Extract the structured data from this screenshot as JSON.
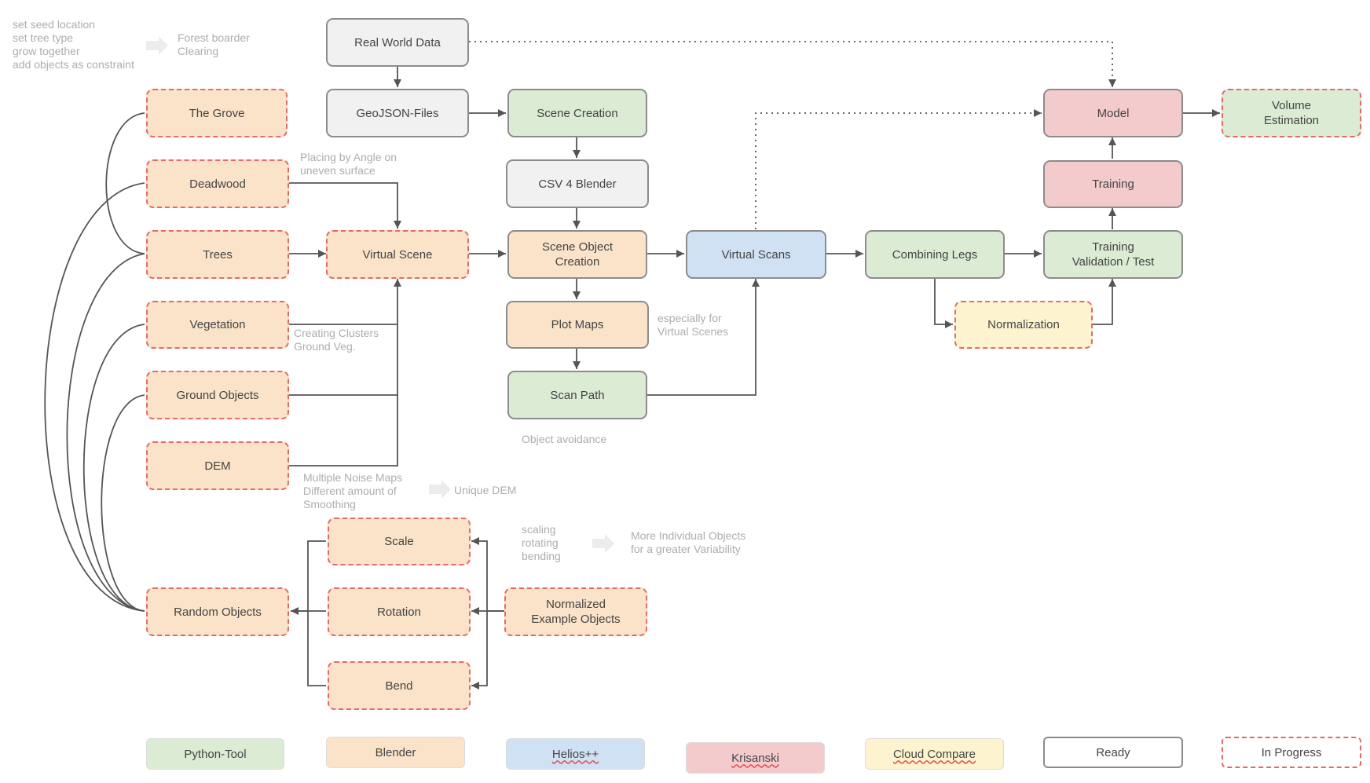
{
  "colors": {
    "python_tool": "#dbebd4",
    "blender": "#fae3c9",
    "helios": "#cfe1f3",
    "krisanski": "#f4cbcd",
    "cloud_compare": "#fdf3cf",
    "neutral": "#f1f1f1",
    "ready_border": "#8c8c8c",
    "in_progress_border": "#e46a6a"
  },
  "nodes": {
    "real_world_data": "Real World Data",
    "geojson_files": "GeoJSON-Files",
    "scene_creation": "Scene Creation",
    "csv_4_blender": "CSV 4 Blender",
    "scene_object_creation": "Scene Object\nCreation",
    "plot_maps": "Plot Maps",
    "scan_path": "Scan Path",
    "virtual_scans": "Virtual Scans",
    "combining_legs": "Combining Legs",
    "normalization": "Normalization",
    "training_validation_test": "Training\nValidation / Test",
    "training": "Training",
    "model": "Model",
    "volume_estimation": "Volume\nEstimation",
    "the_grove": "The Grove",
    "deadwood": "Deadwood",
    "trees": "Trees",
    "vegetation": "Vegetation",
    "ground_objects": "Ground Objects",
    "dem": "DEM",
    "virtual_scene": "Virtual Scene",
    "random_objects": "Random Objects",
    "scale": "Scale",
    "rotation": "Rotation",
    "bend": "Bend",
    "normalized_example_objects": "Normalized\nExample Objects"
  },
  "notes": {
    "grove_settings": "set seed location\nset tree type\ngrow together\nadd objects as constraint",
    "forest_border": "Forest boarder\nClearing",
    "placing_by_angle": "Placing by Angle on\nuneven surface",
    "creating_clusters": "Creating Clusters\nGround Veg.",
    "noise_maps": "Multiple Noise Maps\nDifferent amount of\nSmoothing",
    "unique_dem": "Unique DEM",
    "especially_virtual": "especially for\nVirtual Scenes",
    "object_avoidance": "Object avoidance",
    "scaling_ops": "scaling\nrotating\nbending",
    "more_objects": "More Individual Objects\nfor a greater Variability"
  },
  "legend": {
    "python_tool": "Python-Tool",
    "blender": "Blender",
    "helios": "Helios++",
    "krisanski": "Krisanski",
    "cloud_compare": "Cloud Compare",
    "ready": "Ready",
    "in_progress": "In Progress"
  }
}
